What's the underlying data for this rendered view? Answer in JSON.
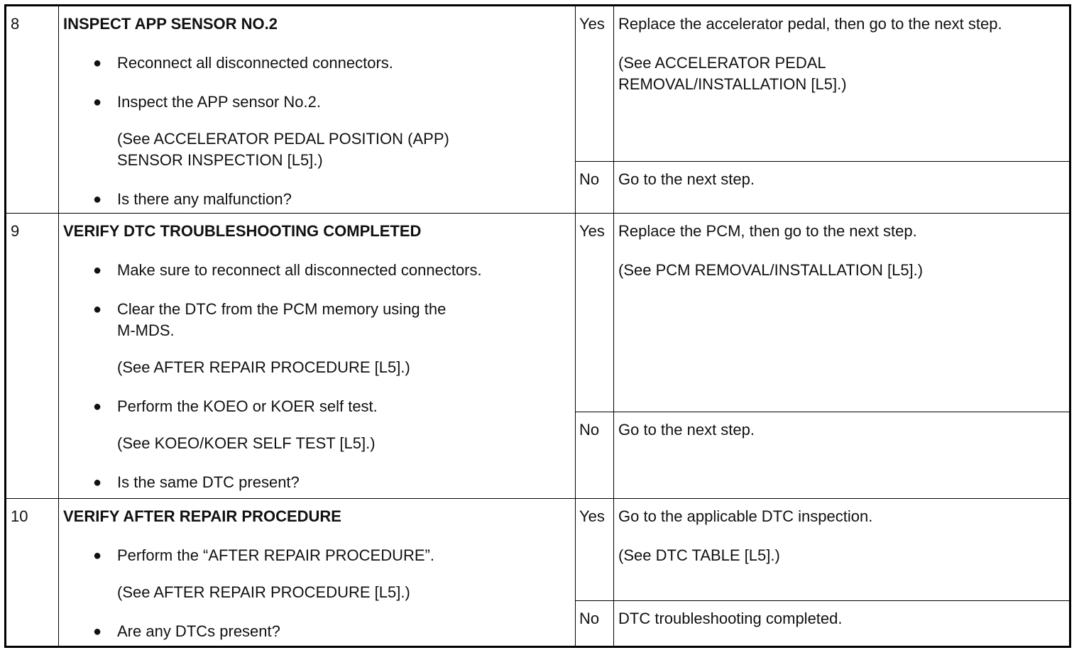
{
  "rows": [
    {
      "step": "8",
      "title": "INSPECT APP SENSOR NO.2",
      "items": [
        {
          "kind": "bullet",
          "text": "Reconnect all disconnected connectors."
        },
        {
          "kind": "bullet",
          "text": "Inspect the APP sensor No.2."
        },
        {
          "kind": "see",
          "line1": "(See ACCELERATOR PEDAL POSITION (APP)",
          "line2": "SENSOR INSPECTION [L5].)"
        },
        {
          "kind": "bullet",
          "text": "Is there any malfunction?"
        }
      ],
      "yes_label": "Yes",
      "yes_action": [
        "Replace the accelerator pedal, then go to the next step.",
        "(See ACCELERATOR PEDAL",
        "REMOVAL/INSTALLATION [L5].)"
      ],
      "no_label": "No",
      "no_action": [
        "Go to the next step."
      ]
    },
    {
      "step": "9",
      "title": "VERIFY DTC TROUBLESHOOTING COMPLETED",
      "items": [
        {
          "kind": "bullet",
          "text": "Make sure to reconnect all disconnected connectors."
        },
        {
          "kind": "bullet",
          "line1": "Clear the DTC from the PCM memory using the",
          "line2": "M-MDS."
        },
        {
          "kind": "see",
          "text": "(See AFTER REPAIR PROCEDURE [L5].)"
        },
        {
          "kind": "bullet",
          "text": "Perform the KOEO or KOER self test."
        },
        {
          "kind": "see",
          "text": "(See KOEO/KOER SELF TEST [L5].)"
        },
        {
          "kind": "bullet",
          "text": "Is the same DTC present?"
        }
      ],
      "yes_label": "Yes",
      "yes_action": [
        "Replace the PCM, then go to the next step.",
        "(See PCM REMOVAL/INSTALLATION [L5].)"
      ],
      "no_label": "No",
      "no_action": [
        "Go to the next step."
      ]
    },
    {
      "step": "10",
      "title": "VERIFY AFTER REPAIR PROCEDURE",
      "items": [
        {
          "kind": "bullet",
          "text": "Perform the “AFTER REPAIR PROCEDURE”."
        },
        {
          "kind": "see",
          "text": "(See AFTER REPAIR PROCEDURE [L5].)"
        },
        {
          "kind": "bullet",
          "text": "Are any DTCs present?"
        }
      ],
      "yes_label": "Yes",
      "yes_action": [
        "Go to the applicable DTC inspection.",
        "(See DTC TABLE [L5].)"
      ],
      "no_label": "No",
      "no_action": [
        "DTC troubleshooting completed."
      ]
    }
  ]
}
